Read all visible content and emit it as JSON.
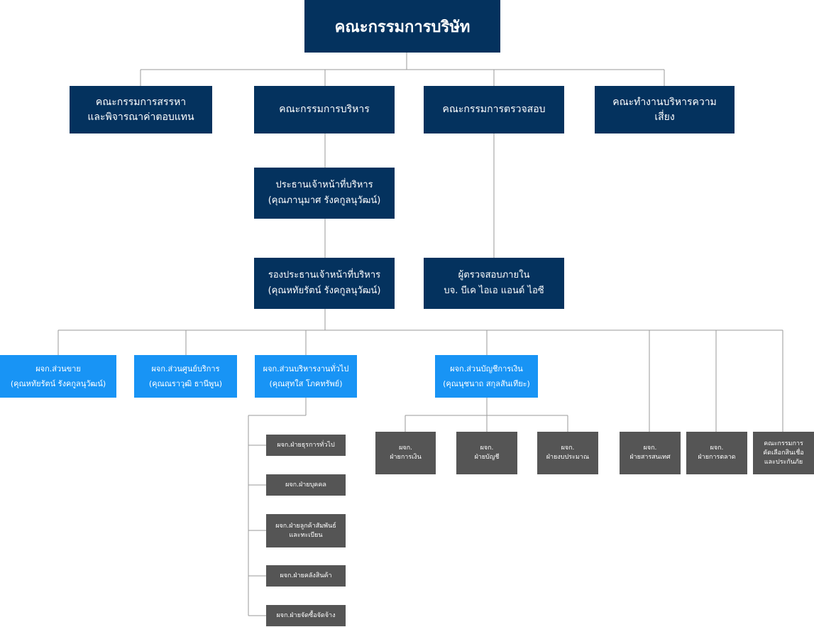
{
  "board": {
    "title": "คณะกรรมการบริษัท"
  },
  "committees": [
    {
      "line1": "คณะกรรมการสรรหา",
      "line2": "และพิจารณาค่าตอบแทน"
    },
    {
      "line1": "คณะกรรมการบริหาร",
      "line2": ""
    },
    {
      "line1": "คณะกรรมการตรวจสอบ",
      "line2": ""
    },
    {
      "line1": "คณะทำงานบริหารความ",
      "line2": "เสี่ยง"
    }
  ],
  "ceo": {
    "title": "ประธานเจ้าหน้าที่บริหาร",
    "name": "(คุณภานุมาศ รังคกูลนุวัฒน์)"
  },
  "vice_ceo": {
    "title": "รองประธานเจ้าหน้าที่บริหาร",
    "name": "(คุณหทัยรัตน์ รังคกูลนุวัฒน์)"
  },
  "internal_audit": {
    "title": "ผู้ตรวจสอบภายใน",
    "name": "บจ. บีเค ไอเอ แอนด์ ไอซี"
  },
  "managers": [
    {
      "title": "ผจก.ส่วนขาย",
      "name": "(คุณหทัยรัตน์ รังคกูลนุวัฒน์)"
    },
    {
      "title": "ผจก.ส่วนศูนย์บริการ",
      "name": "(คุณณราวุฒิ ธานีพูน)"
    },
    {
      "title": "ผจก.ส่วนบริหารงานทั่วไป",
      "name": "(คุณสุทใส โภคทรัพย์)"
    },
    {
      "title": "ผจก.ส่วนบัญชีการเงิน",
      "name": "(คุณนุชนาถ สกุลสันเทียะ)"
    }
  ],
  "general_depts": [
    {
      "line1": "ผจก.ฝ่ายธุรการทั่วไป",
      "line2": ""
    },
    {
      "line1": "ผจก.ฝ่ายบุคคล",
      "line2": ""
    },
    {
      "line1": "ผจก.ฝ่ายลูกค้าสัมพันธ์",
      "line2": "และทะเบียน"
    },
    {
      "line1": "ผจก.ฝ่ายคลังสินค้า",
      "line2": ""
    },
    {
      "line1": "ผจก.ฝ่ายจัดซื้อจัดจ้าง",
      "line2": ""
    }
  ],
  "finance_depts": [
    {
      "line1": "ผจก.",
      "line2": "ฝ่ายการเงิน"
    },
    {
      "line1": "ผจก.",
      "line2": "ฝ่ายบัญชี"
    },
    {
      "line1": "ผจก.",
      "line2": "ฝ่ายงบประมาณ"
    }
  ],
  "other_depts": [
    {
      "line1": "ผจก.",
      "line2": "ฝ่ายสารสนเทศ",
      "line3": ""
    },
    {
      "line1": "ผจก.",
      "line2": "ฝ่ายการตลาด",
      "line3": ""
    },
    {
      "line1": "คณะกรรมการ",
      "line2": "คัดเลือกสินเชื่อ",
      "line3": "และประกันภัย"
    }
  ],
  "colors": {
    "navy": "#04325e",
    "blue": "#1894f5",
    "gray": "#555555",
    "connector": "#9a9a9a"
  }
}
